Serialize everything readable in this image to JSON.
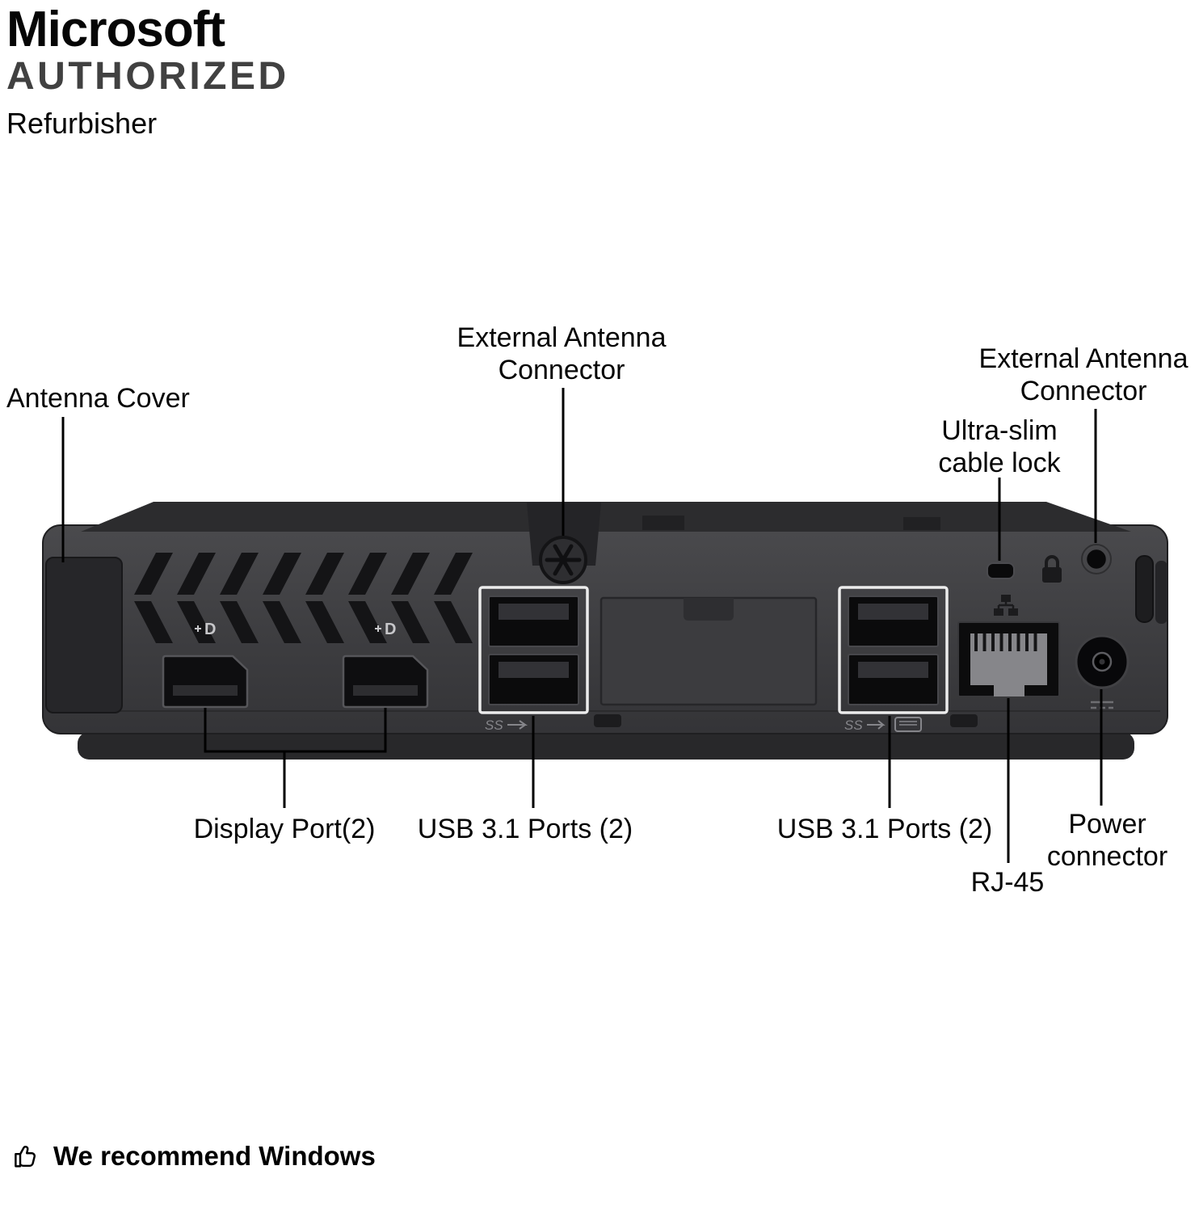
{
  "badge": {
    "brand": "Microsoft",
    "program": "AUTHORIZED",
    "role": "Refurbisher"
  },
  "callouts": {
    "antenna_cover": "Antenna Cover",
    "external_antenna_top": "External Antenna\nConnector",
    "ultra_slim_cable_lock": "Ultra-slim\ncable lock",
    "external_antenna_right": "External Antenna\nConnector",
    "display_ports": "Display Port(2)",
    "usb_ports_left": "USB 3.1 Ports (2)",
    "usb_ports_right": "USB 3.1 Ports (2)",
    "power_connector": "Power\nconnector",
    "rj45": "RJ-45"
  },
  "port_markings": {
    "usb_left": "SS",
    "usb_right": "SS"
  },
  "footer": {
    "recommendation": "We recommend Windows"
  },
  "colors": {
    "background": "#ffffff",
    "chassis": "#3e3e41",
    "chassis_dark": "#232325",
    "usb_highlight_box": "#ececec",
    "callout_line": "#000000",
    "label_text": "#050505",
    "authorized_gray": "#414141"
  }
}
